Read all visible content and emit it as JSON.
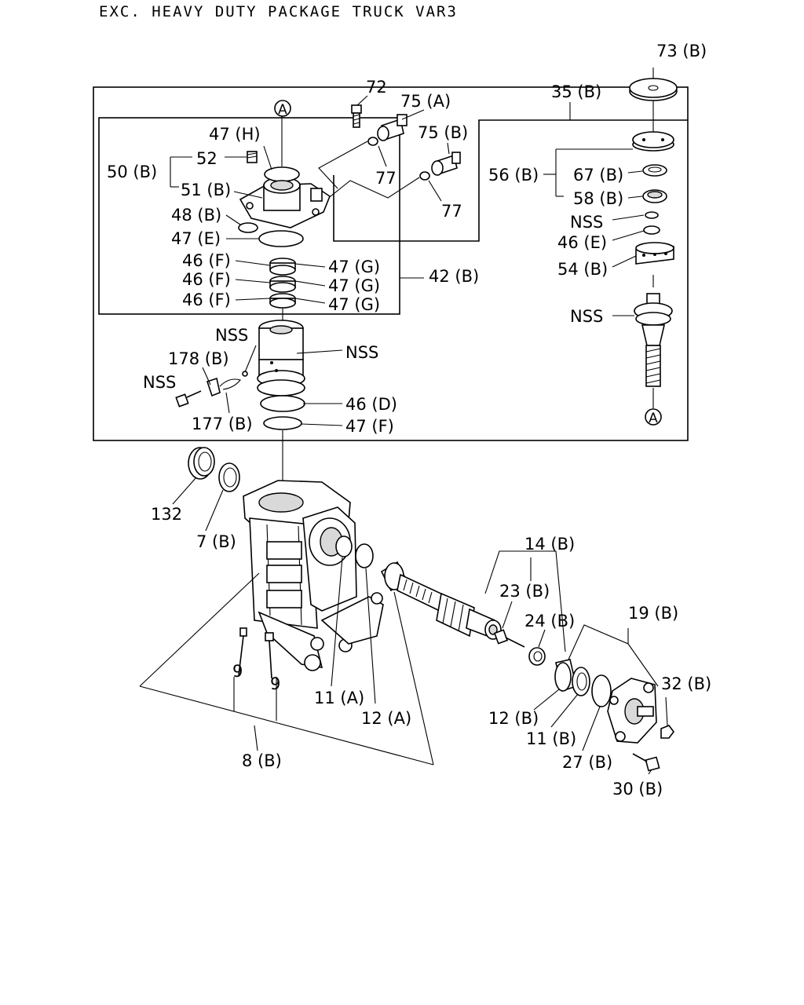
{
  "title": "EXC. HEAVY DUTY PACKAGE TRUCK VAR3",
  "callouts": {
    "c73b": "73 (B)",
    "c35b": "35 (B)",
    "c72": "72",
    "c75a": "75 (A)",
    "c75b": "75 (B)",
    "c77a": "77",
    "c77b": "77",
    "cA_top": "A",
    "c47h": "47 (H)",
    "c52": "52",
    "c50b": "50 (B)",
    "c51b": "51 (B)",
    "c48b": "48 (B)",
    "c47e": "47 (E)",
    "c46f1": "46 (F)",
    "c46f2": "46 (F)",
    "c46f3": "46 (F)",
    "c47g1": "47 (G)",
    "c47g2": "47 (G)",
    "c47g3": "47 (G)",
    "c42b": "42 (B)",
    "c56b": "56 (B)",
    "c67b": "67 (B)",
    "c58b": "58 (B)",
    "cnss1": "NSS",
    "c46e": "46 (E)",
    "c54b": "54 (B)",
    "cnss2": "NSS",
    "cA_bot": "A",
    "cnss3": "NSS",
    "cnss4": "NSS",
    "cnss5": "NSS",
    "c178b": "178 (B)",
    "c177b": "177 (B)",
    "c46d": "46 (D)",
    "c47f": "47 (F)",
    "c132": "132",
    "c7b": "7 (B)",
    "c14b": "14 (B)",
    "c23b": "23 (B)",
    "c24b": "24 (B)",
    "c19b": "19 (B)",
    "c32b": "32 (B)",
    "c9a": "9",
    "c9b": "9",
    "c11a": "11 (A)",
    "c12a": "12 (A)",
    "c12b": "12 (B)",
    "c11b": "11 (B)",
    "c27b": "27 (B)",
    "c30b": "30 (B)",
    "c8b": "8 (B)"
  }
}
